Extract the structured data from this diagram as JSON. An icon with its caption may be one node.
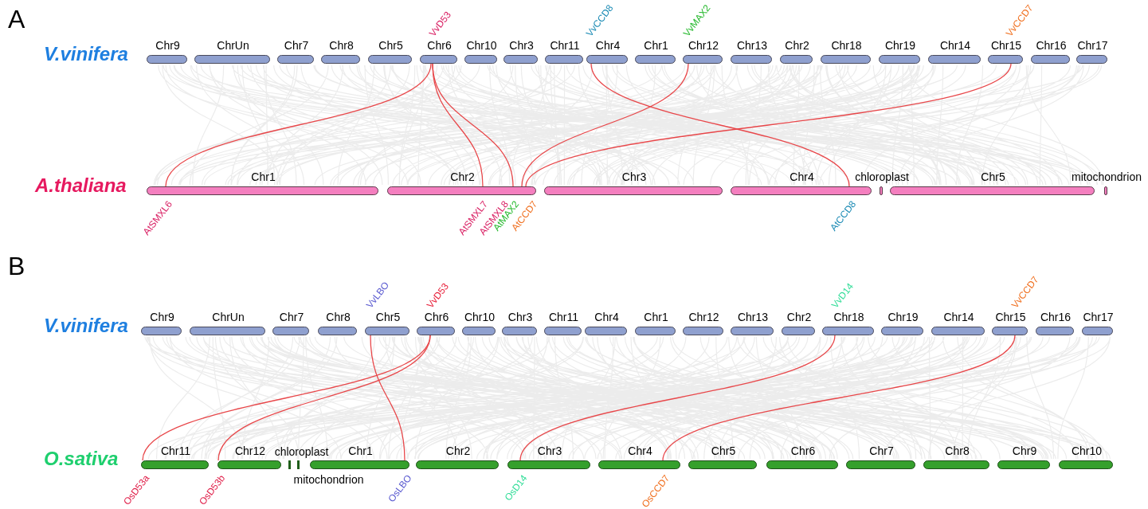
{
  "diagram": {
    "nodes": [
      {
        "text": [
          "Chr9"
        ]
      },
      {
        "text": [
          "ChrUn"
        ]
      },
      {
        "text": [
          "Chr7"
        ]
      },
      {
        "text": [
          "Chr8"
        ]
      },
      {
        "text": [
          "Chr5"
        ]
      },
      {
        "text": [
          "Chr6"
        ],
        "beside": [
          "VvD53"
        ]
      },
      {
        "text": [
          "Chr10"
        ]
      },
      {
        "text": [
          "Chr3"
        ]
      },
      {
        "text": [
          "Chr11"
        ]
      },
      {
        "text": [
          "Chr4"
        ],
        "beside": [
          "VvCCD8"
        ]
      },
      {
        "text": [
          "Chr1"
        ]
      },
      {
        "text": [
          "Chr12"
        ],
        "beside": [
          "VvMAX2"
        ]
      },
      {
        "text": [
          "Chr13"
        ]
      },
      {
        "text": [
          "Chr2"
        ]
      },
      {
        "text": [
          "Chr18"
        ]
      },
      {
        "text": [
          "Chr19"
        ]
      },
      {
        "text": [
          "Chr14"
        ]
      },
      {
        "text": [
          "Chr15"
        ],
        "beside": [
          "VvCCD7"
        ]
      },
      {
        "text": [
          "Chr16"
        ]
      },
      {
        "text": [
          "Chr17"
        ]
      },
      {
        "text": [
          "Chr1"
        ],
        "beside": [
          "AtSMXL6"
        ]
      },
      {
        "text": [
          "Chr2"
        ],
        "beside": [
          "AtSMXL7",
          "AtSMXL8",
          "AtMAX2",
          "AtCCD7"
        ]
      },
      {
        "text": [
          "Chr3"
        ]
      },
      {
        "text": [
          "Chr4"
        ],
        "beside": [
          "AtCCD8"
        ]
      },
      {
        "text": [
          "chloroplast"
        ]
      },
      {
        "text": [
          "Chr5"
        ]
      },
      {
        "text": [
          "mitochondrion"
        ]
      },
      {
        "text": [
          "Chr9"
        ]
      },
      {
        "text": [
          "ChrUn"
        ]
      },
      {
        "text": [
          "Chr7"
        ]
      },
      {
        "text": [
          "Chr8"
        ]
      },
      {
        "text": [
          "Chr5"
        ],
        "beside": [
          "VvLBO"
        ]
      },
      {
        "text": [
          "Chr6"
        ],
        "beside": [
          "VvD53"
        ]
      },
      {
        "text": [
          "Chr10"
        ]
      },
      {
        "text": [
          "Chr3"
        ]
      },
      {
        "text": [
          "Chr11"
        ]
      },
      {
        "text": [
          "Chr4"
        ]
      },
      {
        "text": [
          "Chr1"
        ]
      },
      {
        "text": [
          "Chr12"
        ]
      },
      {
        "text": [
          "Chr13"
        ]
      },
      {
        "text": [
          "Chr2"
        ]
      },
      {
        "text": [
          "Chr18"
        ],
        "beside": [
          "VvD14"
        ]
      },
      {
        "text": [
          "Chr19"
        ]
      },
      {
        "text": [
          "Chr14"
        ]
      },
      {
        "text": [
          "Chr15"
        ],
        "beside": [
          "VvCCD7"
        ]
      },
      {
        "text": [
          "Chr16"
        ]
      },
      {
        "text": [
          "Chr17"
        ]
      },
      {
        "text": [
          "Chr11"
        ],
        "beside": [
          "OsD53a"
        ]
      },
      {
        "text": [
          "Chr12"
        ],
        "beside": [
          "OsD53b"
        ]
      },
      {
        "text": [
          "chloroplast"
        ]
      },
      {
        "text": [
          "mitochondrion"
        ]
      },
      {
        "text": [
          "Chr1"
        ],
        "beside": [
          "OsLBO"
        ]
      },
      {
        "text": [
          "Chr2"
        ]
      },
      {
        "text": [
          "Chr3"
        ],
        "beside": [
          "OsD14"
        ]
      },
      {
        "text": [
          "Chr4"
        ],
        "beside": [
          "OsCCD7"
        ]
      },
      {
        "text": [
          "Chr5"
        ]
      },
      {
        "text": [
          "Chr6"
        ]
      },
      {
        "text": [
          "Chr7"
        ]
      },
      {
        "text": [
          "Chr8"
        ]
      },
      {
        "text": [
          "Chr9"
        ]
      },
      {
        "text": [
          "Chr10"
        ]
      }
    ],
    "edges": [
      {
        "from": 5,
        "to": 20,
        "arrow": "none"
      },
      {
        "from": 5,
        "to": 21,
        "arrow": "none"
      },
      {
        "from": 5,
        "to": 21,
        "arrow": "none"
      },
      {
        "from": 11,
        "to": 21,
        "arrow": "none"
      },
      {
        "from": 17,
        "to": 21,
        "arrow": "none"
      },
      {
        "from": 9,
        "to": 23,
        "arrow": "none"
      },
      {
        "from": 32,
        "to": 47,
        "arrow": "none"
      },
      {
        "from": 32,
        "to": 48,
        "arrow": "none"
      },
      {
        "from": 31,
        "to": 51,
        "arrow": "none"
      },
      {
        "from": 41,
        "to": 53,
        "arrow": "none"
      },
      {
        "from": 44,
        "to": 54,
        "arrow": "none"
      }
    ],
    "labels": [
      "A",
      "V.vinifera",
      "A.thaliana",
      "B",
      "V.vinifera",
      "O.sativa"
    ]
  }
}
